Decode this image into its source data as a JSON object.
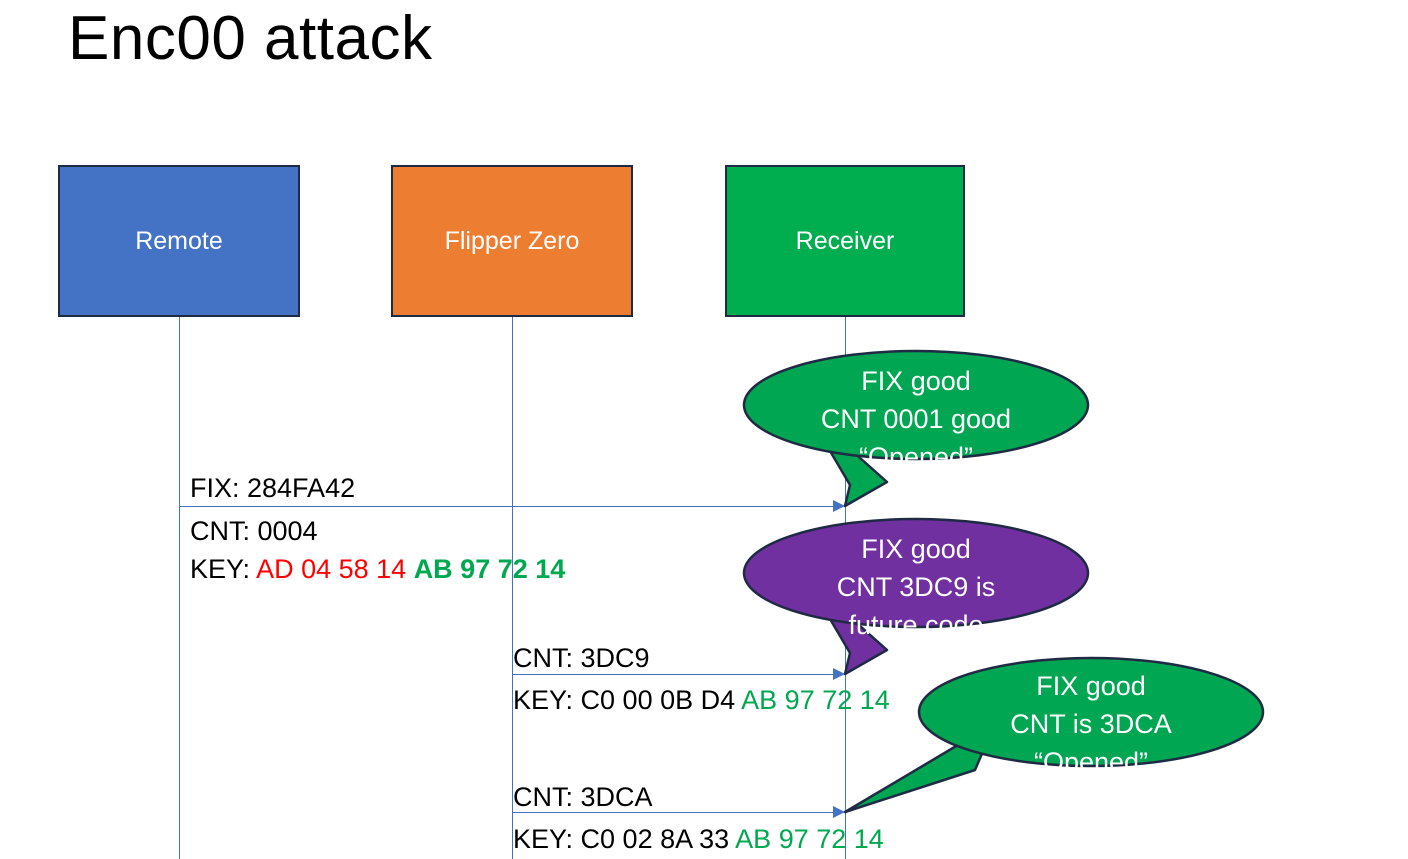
{
  "title": "Enc00 attack",
  "colors": {
    "remote": "#4472C4",
    "flipper": "#ED7D31",
    "receiver": "#00AD4F",
    "good_bubble": "#00A651",
    "warn_bubble": "#7030A0",
    "bubble_border": "#1f2a44",
    "lifeline": "#4472C4",
    "key_old": "#FF0000",
    "key_shared": "#00A84F"
  },
  "actors": [
    {
      "id": "remote",
      "label": "Remote"
    },
    {
      "id": "flipper",
      "label": "Flipper Zero"
    },
    {
      "id": "receiver",
      "label": "Receiver"
    }
  ],
  "messages": [
    {
      "id": "msg1",
      "from": "remote",
      "to": "receiver",
      "fix_line": "FIX: 284FA42",
      "cnt_line": "CNT: 0004",
      "key_label": "KEY: ",
      "key_red": "AD 04 58 14",
      "key_green": "AB 97 72 14"
    },
    {
      "id": "msg2",
      "from": "flipper",
      "to": "receiver",
      "cnt_line": "CNT: 3DC9",
      "key_label": "KEY: C0 00 0B D4 ",
      "key_green": "AB 97 72 14"
    },
    {
      "id": "msg3",
      "from": "flipper",
      "to": "receiver",
      "cnt_line": "CNT: 3DCA",
      "key_label": "KEY: C0 02 8A 33 ",
      "key_green": "AB 97 72 14"
    }
  ],
  "callouts": [
    {
      "id": "callout1",
      "fill": "#00A651",
      "line1": "FIX good",
      "line2": "CNT 0001 good",
      "line3": "“Opened”"
    },
    {
      "id": "callout2",
      "fill": "#7030A0",
      "line1": "FIX good",
      "line2": "CNT 3DC9 is",
      "line3": "future code"
    },
    {
      "id": "callout3",
      "fill": "#00A651",
      "line1": "FIX good",
      "line2": "CNT is 3DCA",
      "line3": "“Opened”"
    }
  ]
}
